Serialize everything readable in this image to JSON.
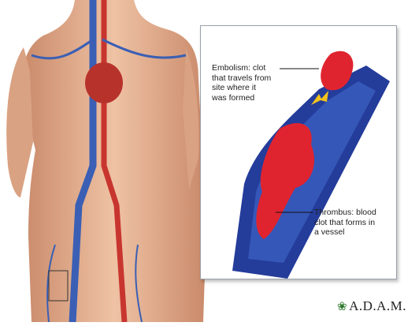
{
  "inset": {
    "embolism_label": "Embolism: clot\nthat travels from\nsite where it\nwas formed",
    "thrombus_label": "Thrombus: blood\nclot that forms in\na vessel"
  },
  "brand": {
    "leaf_icon": "leaf-icon",
    "logo_text": "A.D.A.M."
  },
  "colors": {
    "skin": "#e8b596",
    "vein": "#3a5fb4",
    "artery": "#c8352f",
    "clot": "#e0242f",
    "vessel": "#243c9a"
  }
}
